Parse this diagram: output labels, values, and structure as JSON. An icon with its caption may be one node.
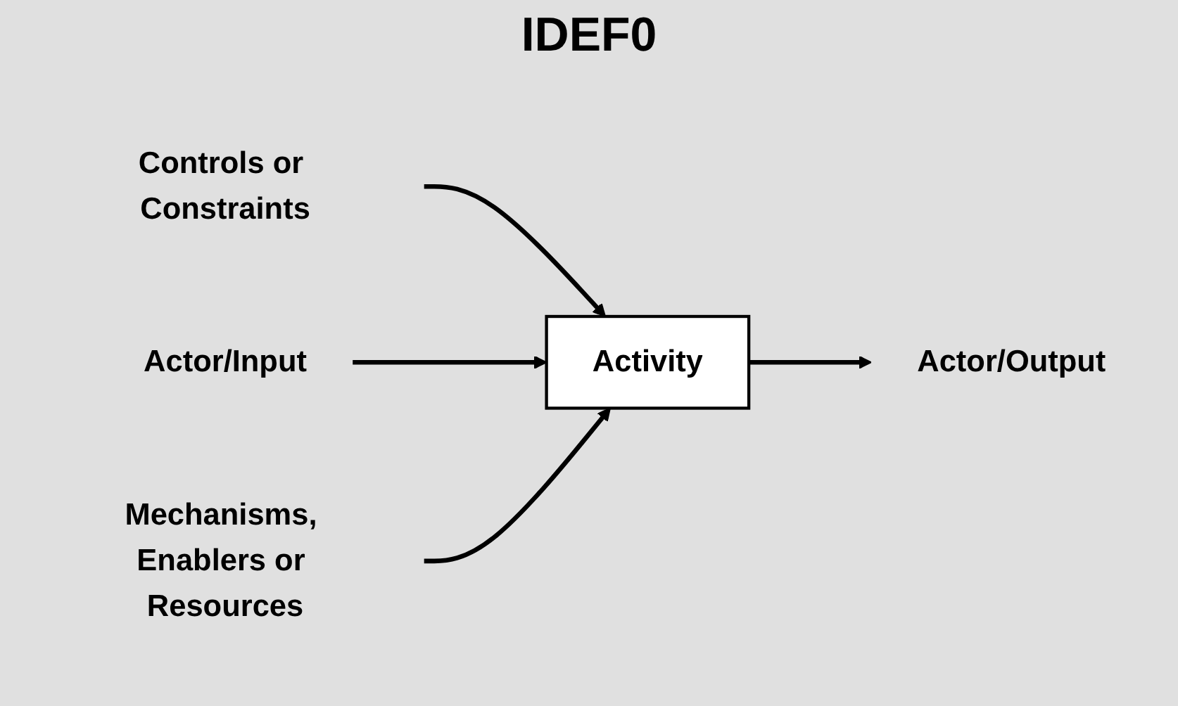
{
  "diagram": {
    "title": "IDEF0",
    "nodes": [
      {
        "text": [
          "Controls or Constraints"
        ]
      },
      {
        "text": [
          "Actor/Input"
        ]
      },
      {
        "text": [
          "Activity"
        ]
      },
      {
        "text": [
          "Actor/Output"
        ]
      },
      {
        "text": [
          "Mechanisms, Enablers or Resources"
        ]
      }
    ],
    "edges": [
      {
        "from": 0,
        "to": 2,
        "arrow": "to"
      },
      {
        "from": 1,
        "to": 2,
        "arrow": "to"
      },
      {
        "from": 2,
        "to": 3,
        "arrow": "to"
      },
      {
        "from": 4,
        "to": 2,
        "arrow": "to"
      }
    ]
  }
}
